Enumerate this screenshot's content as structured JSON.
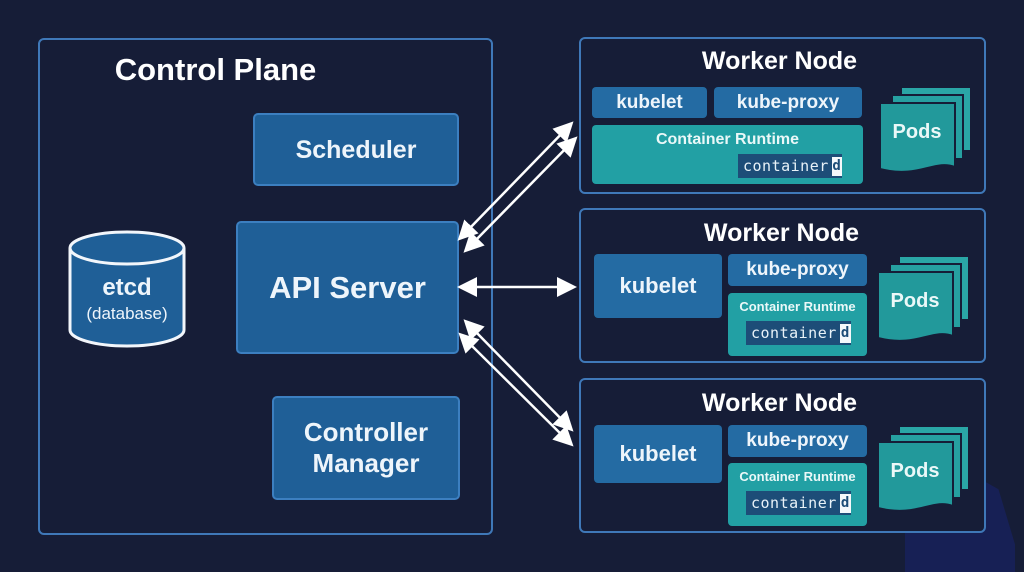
{
  "control_plane": {
    "title": "Control Plane",
    "etcd": {
      "name": "etcd",
      "subtitle": "(database)"
    },
    "scheduler": "Scheduler",
    "api_server": "API Server",
    "controller_manager": {
      "line1": "Controller",
      "line2": "Manager"
    }
  },
  "worker_nodes": [
    {
      "title": "Worker Node",
      "kubelet": "kubelet",
      "kube_proxy": "kube-proxy",
      "runtime_label": "Container Runtime",
      "runtime_logo": {
        "text": "container",
        "mark": "d"
      },
      "pods": "Pods"
    },
    {
      "title": "Worker Node",
      "kubelet": "kubelet",
      "kube_proxy": "kube-proxy",
      "runtime_label": "Container Runtime",
      "runtime_logo": {
        "text": "container",
        "mark": "d"
      },
      "pods": "Pods"
    },
    {
      "title": "Worker Node",
      "kubelet": "kubelet",
      "kube_proxy": "kube-proxy",
      "runtime_label": "Container Runtime",
      "runtime_logo": {
        "text": "container",
        "mark": "d"
      },
      "pods": "Pods"
    }
  ],
  "connections": [
    {
      "from": "API Server",
      "to": "Worker Node 1",
      "type": "bidirectional",
      "count": 2
    },
    {
      "from": "API Server",
      "to": "Worker Node 2",
      "type": "bidirectional",
      "count": 1
    },
    {
      "from": "API Server",
      "to": "Worker Node 3",
      "type": "bidirectional",
      "count": 2
    }
  ],
  "colors": {
    "background": "#161d37",
    "panel_border": "#3f78b8",
    "component_blue": "#1f5f97",
    "runtime_teal": "#22a0a4",
    "text": "#ffffff"
  }
}
